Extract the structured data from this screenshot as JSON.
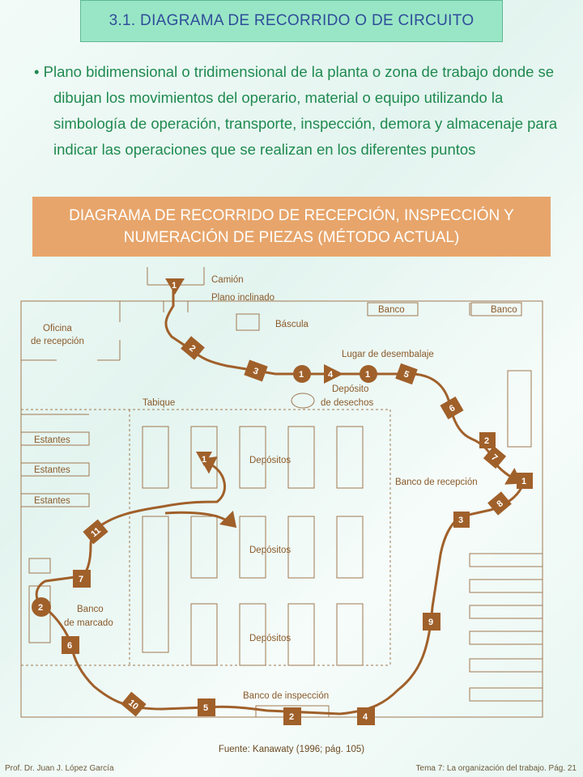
{
  "title": "3.1. DIAGRAMA DE RECORRIDO O DE CIRCUITO",
  "bullet": {
    "mark": "•",
    "text": "Plano bidimensional o tridimensional de la planta o zona de trabajo donde se dibujan los movimientos del operario, material o equipo utilizando la simbología de operación, transporte, inspección, demora y almacenaje para indicar las operaciones que se realizan en los diferentes puntos"
  },
  "banner": {
    "line1": "DIAGRAMA DE RECORRIDO  DE RECEPCIÓN, INSPECCIÓN Y",
    "line2": "NUMERACIÓN DE PIEZAS (MÉTODO ACTUAL)"
  },
  "labels": {
    "camion": "Camión",
    "plano_inclinado": "Plano inclinado",
    "bascula": "Báscula",
    "banco1": "Banco",
    "banco2": "Banco",
    "oficina1": "Oficina",
    "oficina2": "de recepción",
    "lugar_desembalaje": "Lugar de desembalaje",
    "deposito_desechos1": "Depósito",
    "deposito_desechos2": "de desechos",
    "tabique": "Tabique",
    "estantes1": "Estantes",
    "estantes2": "Estantes",
    "estantes3": "Estantes",
    "depositos1": "Depósitos",
    "depositos2": "Depósitos",
    "depositos3": "Depósitos",
    "banco_recepcion": "Banco de recepción",
    "banco_marcado1": "Banco",
    "banco_marcado2": "de marcado",
    "banco_inspeccion": "Banco de inspección"
  },
  "steps": {
    "s1": "1",
    "s2": "2",
    "s3": "3",
    "s4": "1",
    "s5": "4",
    "s6": "1",
    "s7": "5",
    "s8": "6",
    "s9": "2",
    "s10": "7",
    "s11": "1",
    "s12": "8",
    "s13": "3",
    "s14": "9",
    "s15": "4",
    "s16": "2",
    "s17": "5",
    "s18": "10",
    "s19": "6",
    "s20": "2",
    "s21": "7",
    "s22": "11",
    "s23": "1"
  },
  "source": "Fuente: Kanawaty (1996; pág. 105)",
  "footer": {
    "left": "Prof. Dr. Juan J. López García",
    "right": "Tema 7: La organización del trabajo. Pág. 21"
  },
  "colors": {
    "path": "#a0602a",
    "title_bg": "#99e6c6",
    "banner_bg": "#e7a56b",
    "text_green": "#1f8a50",
    "title_blue": "#2f4d9a"
  }
}
